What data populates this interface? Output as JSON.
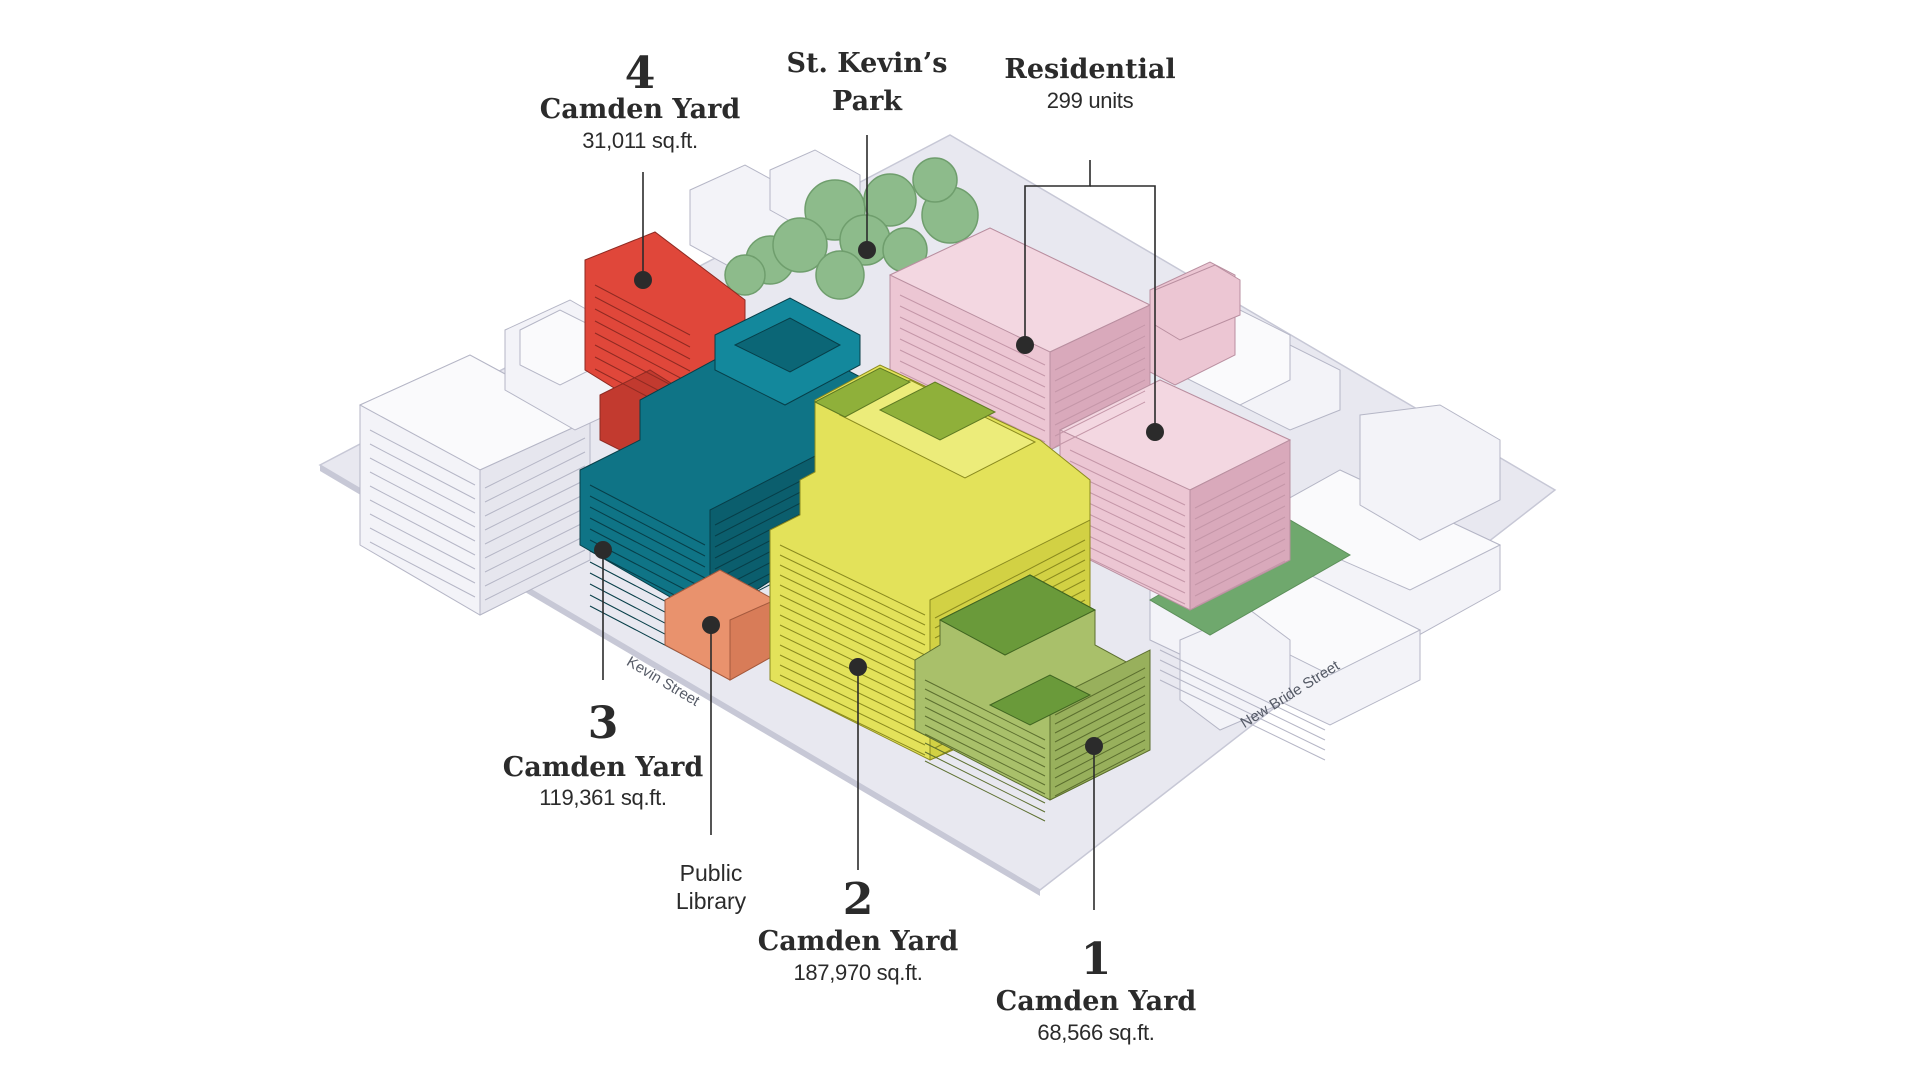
{
  "colors": {
    "ground": "#e8e8f0",
    "ground_edge": "#c7c8d6",
    "white_building": "#f3f3f8",
    "white_building_line": "#b5b6c6",
    "trees": "#8dbb8b",
    "trees_dark": "#6f9e6d",
    "lawn": "#6fa86d",
    "building_1": "#a9c06a",
    "building_1_roof": "#6a9a3a",
    "building_2": "#e3e25a",
    "building_2_roof": "#8fb03a",
    "building_3": "#0f7486",
    "building_3_dark": "#0b5e6d",
    "building_4": "#e0473a",
    "building_4_dark": "#c23a2f",
    "library": "#e9926d",
    "residential": "#ecc6d3",
    "residential_dark": "#d9a9bb",
    "label_text": "#2b2b2b",
    "leader": "#2b2b2b"
  },
  "labels": {
    "b4": {
      "number": "4",
      "name": "Camden Yard",
      "area": "31,011 sq.ft."
    },
    "park": {
      "line1": "St. Kevin’s",
      "line2": "Park"
    },
    "residential": {
      "name": "Residential",
      "units": "299 units"
    },
    "b3": {
      "number": "3",
      "name": "Camden Yard",
      "area": "119,361 sq.ft."
    },
    "library": {
      "line1": "Public",
      "line2": "Library"
    },
    "b2": {
      "number": "2",
      "name": "Camden Yard",
      "area": "187,970 sq.ft."
    },
    "b1": {
      "number": "1",
      "name": "Camden Yard",
      "area": "68,566 sq.ft."
    }
  },
  "streets": {
    "kevin": "Kevin Street",
    "new_bride": "New Bride Street"
  }
}
